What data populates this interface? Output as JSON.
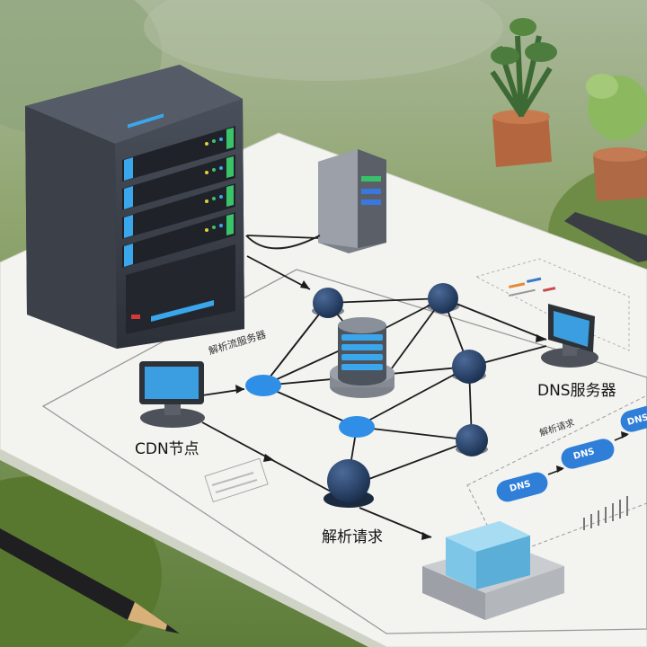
{
  "labels": {
    "dns_server": "DNS服务器",
    "cdn_node": "CDN节点",
    "resolve_request": "解析请求",
    "path_caption": "解析流服务器",
    "resolve_caption": "解析请求"
  },
  "pills": [
    "DNS",
    "DNS",
    "DNS"
  ],
  "icons": [
    "server-rack-icon",
    "small-server-icon",
    "monitor-icon",
    "database-icon",
    "plant-icon",
    "pencil-icon"
  ],
  "colors": {
    "grass": "#6f8a4c",
    "paper": "#f2f2ef",
    "node_dark_blue": "#1e3457",
    "node_bright_blue": "#2f8fe6",
    "rack_dark": "#3a3f49",
    "screen_blue": "#3a9ee0"
  }
}
